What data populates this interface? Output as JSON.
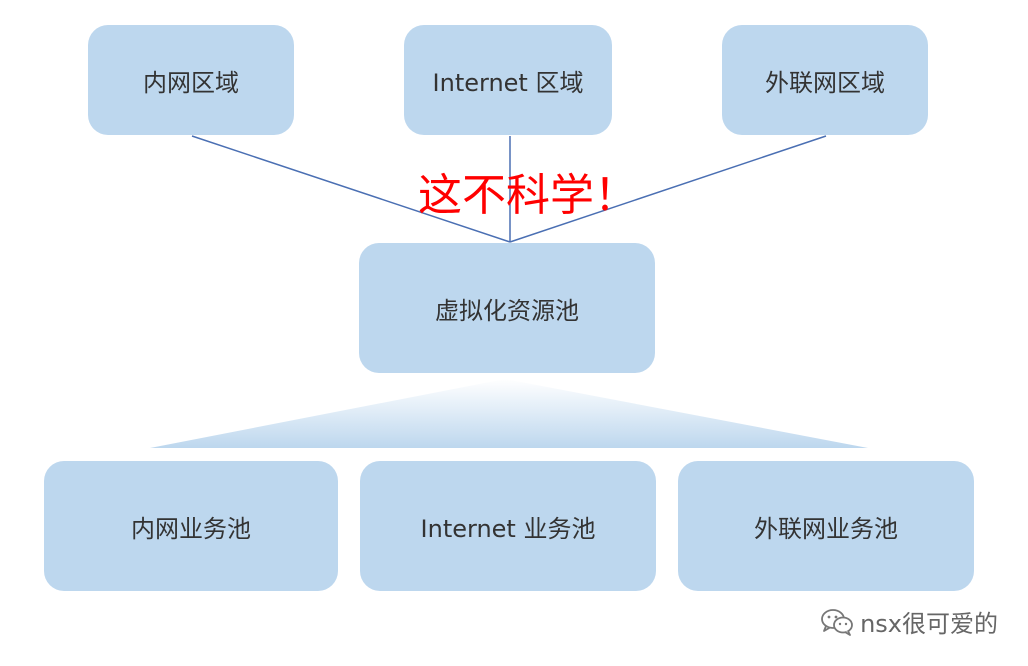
{
  "top_zones": [
    {
      "label": "内网区域"
    },
    {
      "label": "Internet 区域"
    },
    {
      "label": "外联网区域"
    }
  ],
  "annotation": {
    "text": "这不科学！",
    "color": "#ff0000"
  },
  "center_pool": {
    "label": "虚拟化资源池"
  },
  "bottom_pools": [
    {
      "label": "内网业务池"
    },
    {
      "label": "Internet 业务池"
    },
    {
      "label": "外联网业务池"
    }
  ],
  "watermark": {
    "text": "nsx很可爱的",
    "icon": "wechat-icon"
  },
  "colors": {
    "box_fill": "#bdd7ee",
    "connector_line": "#4a6fb3",
    "annotation_text": "#ff0000",
    "gradient_top": "#bdd7ee",
    "gradient_bottom": "#ffffff"
  }
}
